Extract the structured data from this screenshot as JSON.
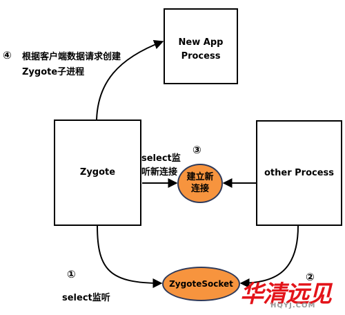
{
  "nodes": {
    "new_app_process": "New App\nProcess",
    "zygote": "Zygote",
    "other_process": "other Process",
    "new_connection": "建立新\n连接",
    "zygote_socket": "ZygoteSocket"
  },
  "edges": {
    "fork": {
      "marker": "④",
      "text": "根据客户端数据请求创建\nZygote子进程"
    },
    "select": {
      "marker": "③",
      "text": "select监\n听新连接"
    },
    "listen": {
      "marker": "①",
      "text": "select监听"
    },
    "connect": {
      "marker": "②",
      "text": ""
    }
  },
  "watermark": {
    "text": "华清远见",
    "sub": "HQYJ.COM"
  },
  "colors": {
    "ellipse_fill": "#f7943e",
    "ellipse_border": "#2f3a5a",
    "line": "#000000",
    "watermark": "#e3141a"
  }
}
